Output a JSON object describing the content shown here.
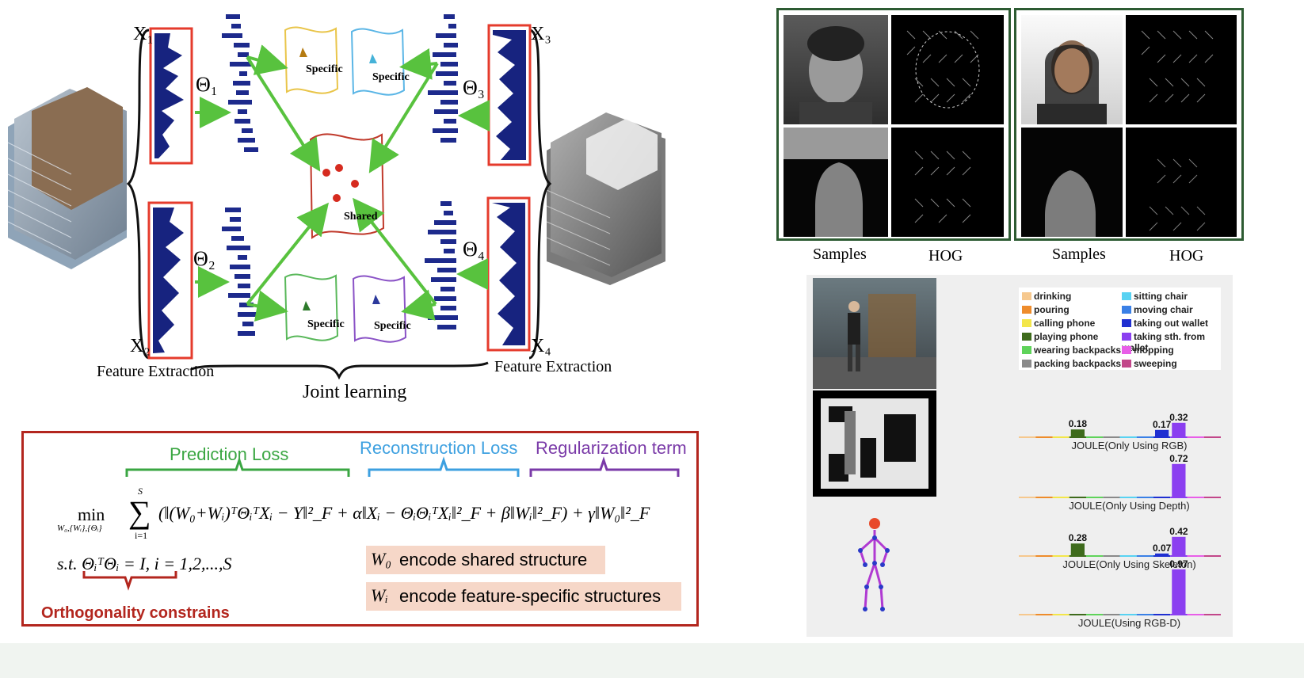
{
  "left_diagram": {
    "x_labels": [
      "X₁",
      "X₂",
      "X₃",
      "X₄"
    ],
    "theta_labels": [
      "Θ₁",
      "Θ₂",
      "Θ₃",
      "Θ₄"
    ],
    "specific_label": "Specific",
    "shared_label": "Shared",
    "feature_extraction_label": "Feature Extraction",
    "joint_learning_label": "Joint learning"
  },
  "formula": {
    "prediction_loss": "Prediction Loss",
    "reconstruction_loss": "Reconstruction Loss",
    "regularization_term": "Regularization term",
    "min_text": "min",
    "min_sub": "W₀,{Wᵢ},{Θᵢ}",
    "sum_top": "S",
    "sum_bottom": "i=1",
    "main_expr": "(‖(W₀+Wᵢ)ᵀΘᵢᵀXᵢ − Y‖²_F + α‖Xᵢ − ΘᵢΘᵢᵀXᵢ‖²_F + β‖Wᵢ‖²_F) + γ‖W₀‖²_F",
    "constraint": "s.t. ΘᵢᵀΘᵢ = I, i = 1,2,...,S",
    "orthogonality": "Orthogonality constrains",
    "w0_sym": "W₀",
    "w0_text": "encode shared structure",
    "wi_sym": "Wᵢ",
    "wi_text": "encode feature-specific structures"
  },
  "hog": {
    "samples_label": "Samples",
    "hog_label": "HOG"
  },
  "results": {
    "legend": [
      {
        "label": "drinking",
        "color": "#f6c88e"
      },
      {
        "label": "pouring",
        "color": "#ee8c2b"
      },
      {
        "label": "calling phone",
        "color": "#f3e64a"
      },
      {
        "label": "playing phone",
        "color": "#3e6b1c"
      },
      {
        "label": "wearing backpacks",
        "color": "#5fd35a"
      },
      {
        "label": "packing backpacks",
        "color": "#8a8a8a"
      },
      {
        "label": "sitting chair",
        "color": "#58d2f2"
      },
      {
        "label": "moving chair",
        "color": "#3a80e6"
      },
      {
        "label": "taking out wallet",
        "color": "#1f2fd1"
      },
      {
        "label": "taking sth. from wallet",
        "color": "#8b3ff0"
      },
      {
        "label": "mopping",
        "color": "#e85ee8"
      },
      {
        "label": "sweeping",
        "color": "#c2478a"
      }
    ],
    "charts": [
      {
        "caption": "JOULE(Only Using RGB)",
        "bars": [
          {
            "class": 3,
            "value": 0.18,
            "label": "0.18"
          },
          {
            "class": 8,
            "value": 0.17,
            "label": "0.17"
          },
          {
            "class": 9,
            "value": 0.32,
            "label": "0.32"
          }
        ]
      },
      {
        "caption": "JOULE(Only Using Depth)",
        "bars": [
          {
            "class": 9,
            "value": 0.72,
            "label": "0.72"
          }
        ]
      },
      {
        "caption": "JOULE(Only Using Skeleton)",
        "bars": [
          {
            "class": 3,
            "value": 0.28,
            "label": "0.28"
          },
          {
            "class": 8,
            "value": 0.07,
            "label": "0.07"
          },
          {
            "class": 9,
            "value": 0.42,
            "label": "0.42"
          }
        ]
      },
      {
        "caption": "JOULE(Using RGB-D)",
        "bars": [
          {
            "class": 9,
            "value": 0.97,
            "label": "0.97"
          }
        ]
      }
    ]
  }
}
